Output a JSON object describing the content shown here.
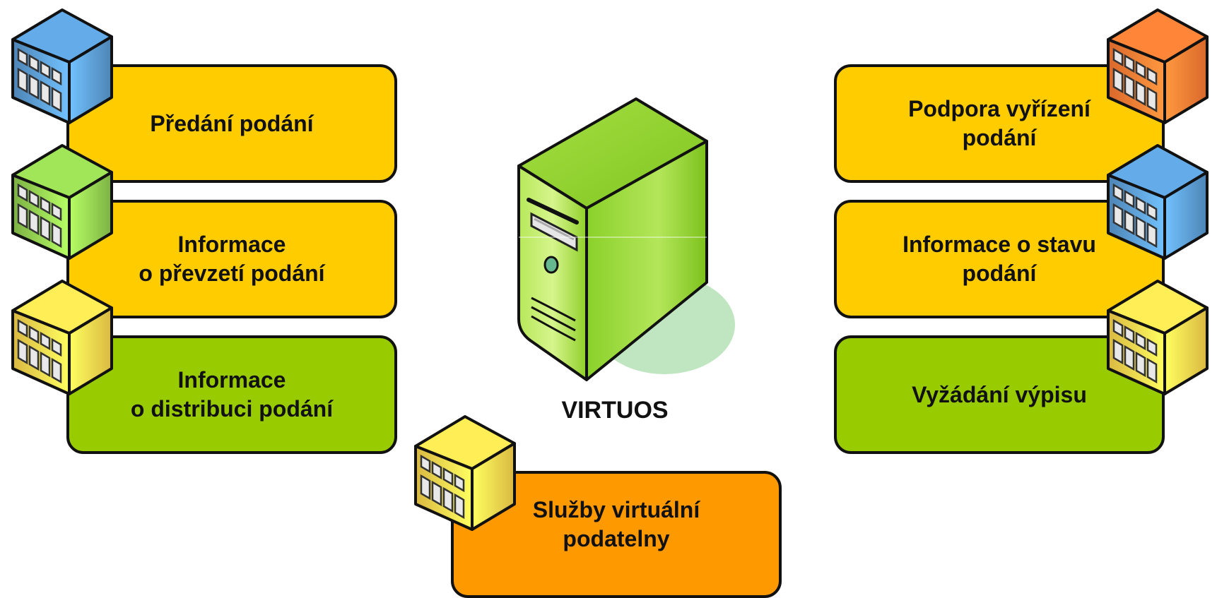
{
  "server": {
    "label": "VIRTUOS"
  },
  "left_boxes": [
    {
      "label": "Předání podání",
      "color": "#FFCC00"
    },
    {
      "label": "Informace\no převzetí podání",
      "color": "#FFCC00"
    },
    {
      "label": "Informace\no distribuci podání",
      "color": "#99CC00"
    }
  ],
  "right_boxes": [
    {
      "label": "Podpora vyřízení\npodání",
      "color": "#FFCC00"
    },
    {
      "label": "Informace o stavu\npodání",
      "color": "#FFCC00"
    },
    {
      "label": "Vyžádání výpisu",
      "color": "#99CC00"
    }
  ],
  "bottom_box": {
    "label": "Služby virtuální\npodatelny",
    "color": "#FF9900"
  },
  "building_colors": {
    "blue": "#5B9BD5",
    "green": "#92D050",
    "yellow": "#FFD84D",
    "orange": "#FF7A33"
  }
}
